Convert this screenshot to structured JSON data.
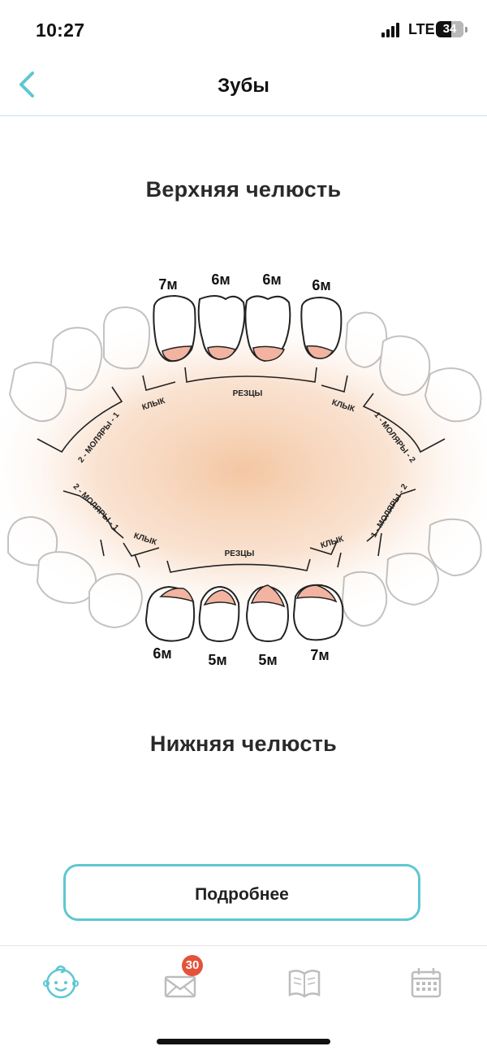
{
  "status": {
    "time": "10:27",
    "network": "LTE",
    "battery": "34"
  },
  "header": {
    "title": "Зубы"
  },
  "upper": {
    "title": "Верхняя челюсть",
    "ages": [
      "7м",
      "6м",
      "6м",
      "6м"
    ],
    "labels": {
      "incisors": "РЕЗЦЫ",
      "canine_left": "КЛЫК",
      "canine_right": "КЛЫК",
      "molars_left": "2 - МОЛЯРЫ - 1",
      "molars_right": "1 - МОЛЯРЫ - 2"
    }
  },
  "lower": {
    "title": "Нижняя челюсть",
    "ages": [
      "6м",
      "5м",
      "5м",
      "7м"
    ],
    "labels": {
      "incisors": "РЕЗЦЫ",
      "canine_left": "КЛЫК",
      "canine_right": "КЛЫК",
      "molars_left": "2 - МОЛЯРЫ - 1",
      "molars_right": "1 - МОЛЯРЫ - 2"
    }
  },
  "more_button": "Подробнее",
  "tabbar": {
    "messages_badge": "30"
  },
  "colors": {
    "accent": "#5ec7d2",
    "gum": "#f2b4a0",
    "badge": "#e4523b"
  }
}
